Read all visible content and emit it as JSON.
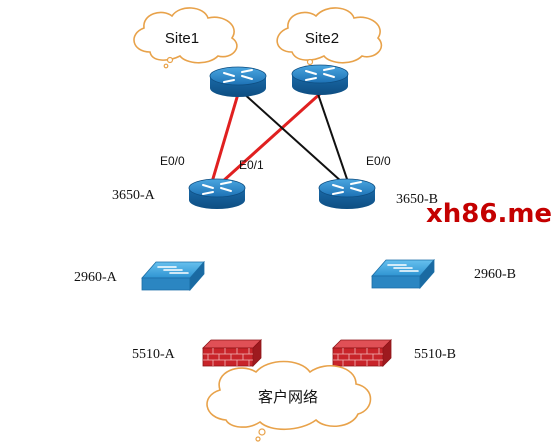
{
  "clouds": {
    "site1": "Site1",
    "site2": "Site2",
    "customer": "客户网络"
  },
  "devices": {
    "r_top_left": "",
    "r_top_right": "",
    "r_3650a": "3650-A",
    "r_3650b": "3650-B",
    "sw_2960a": "2960-A",
    "sw_2960b": "2960-B",
    "fw_5510a": "5510-A",
    "fw_5510b": "5510-B"
  },
  "interfaces": {
    "a_e00": "E0/0",
    "a_e01": "E0/1",
    "b_e00": "E0/0"
  },
  "watermark": "xh86.me",
  "colors": {
    "red_link": "#e02020",
    "black_link": "#111111",
    "router": "#2a86c8",
    "switch": "#2f8fcc",
    "firewall": "#c8242a",
    "watermark": "#c40000"
  },
  "icons": {
    "router": "router-icon",
    "switch": "switch-icon",
    "firewall": "firewall-icon",
    "cloud": "cloud-icon"
  }
}
